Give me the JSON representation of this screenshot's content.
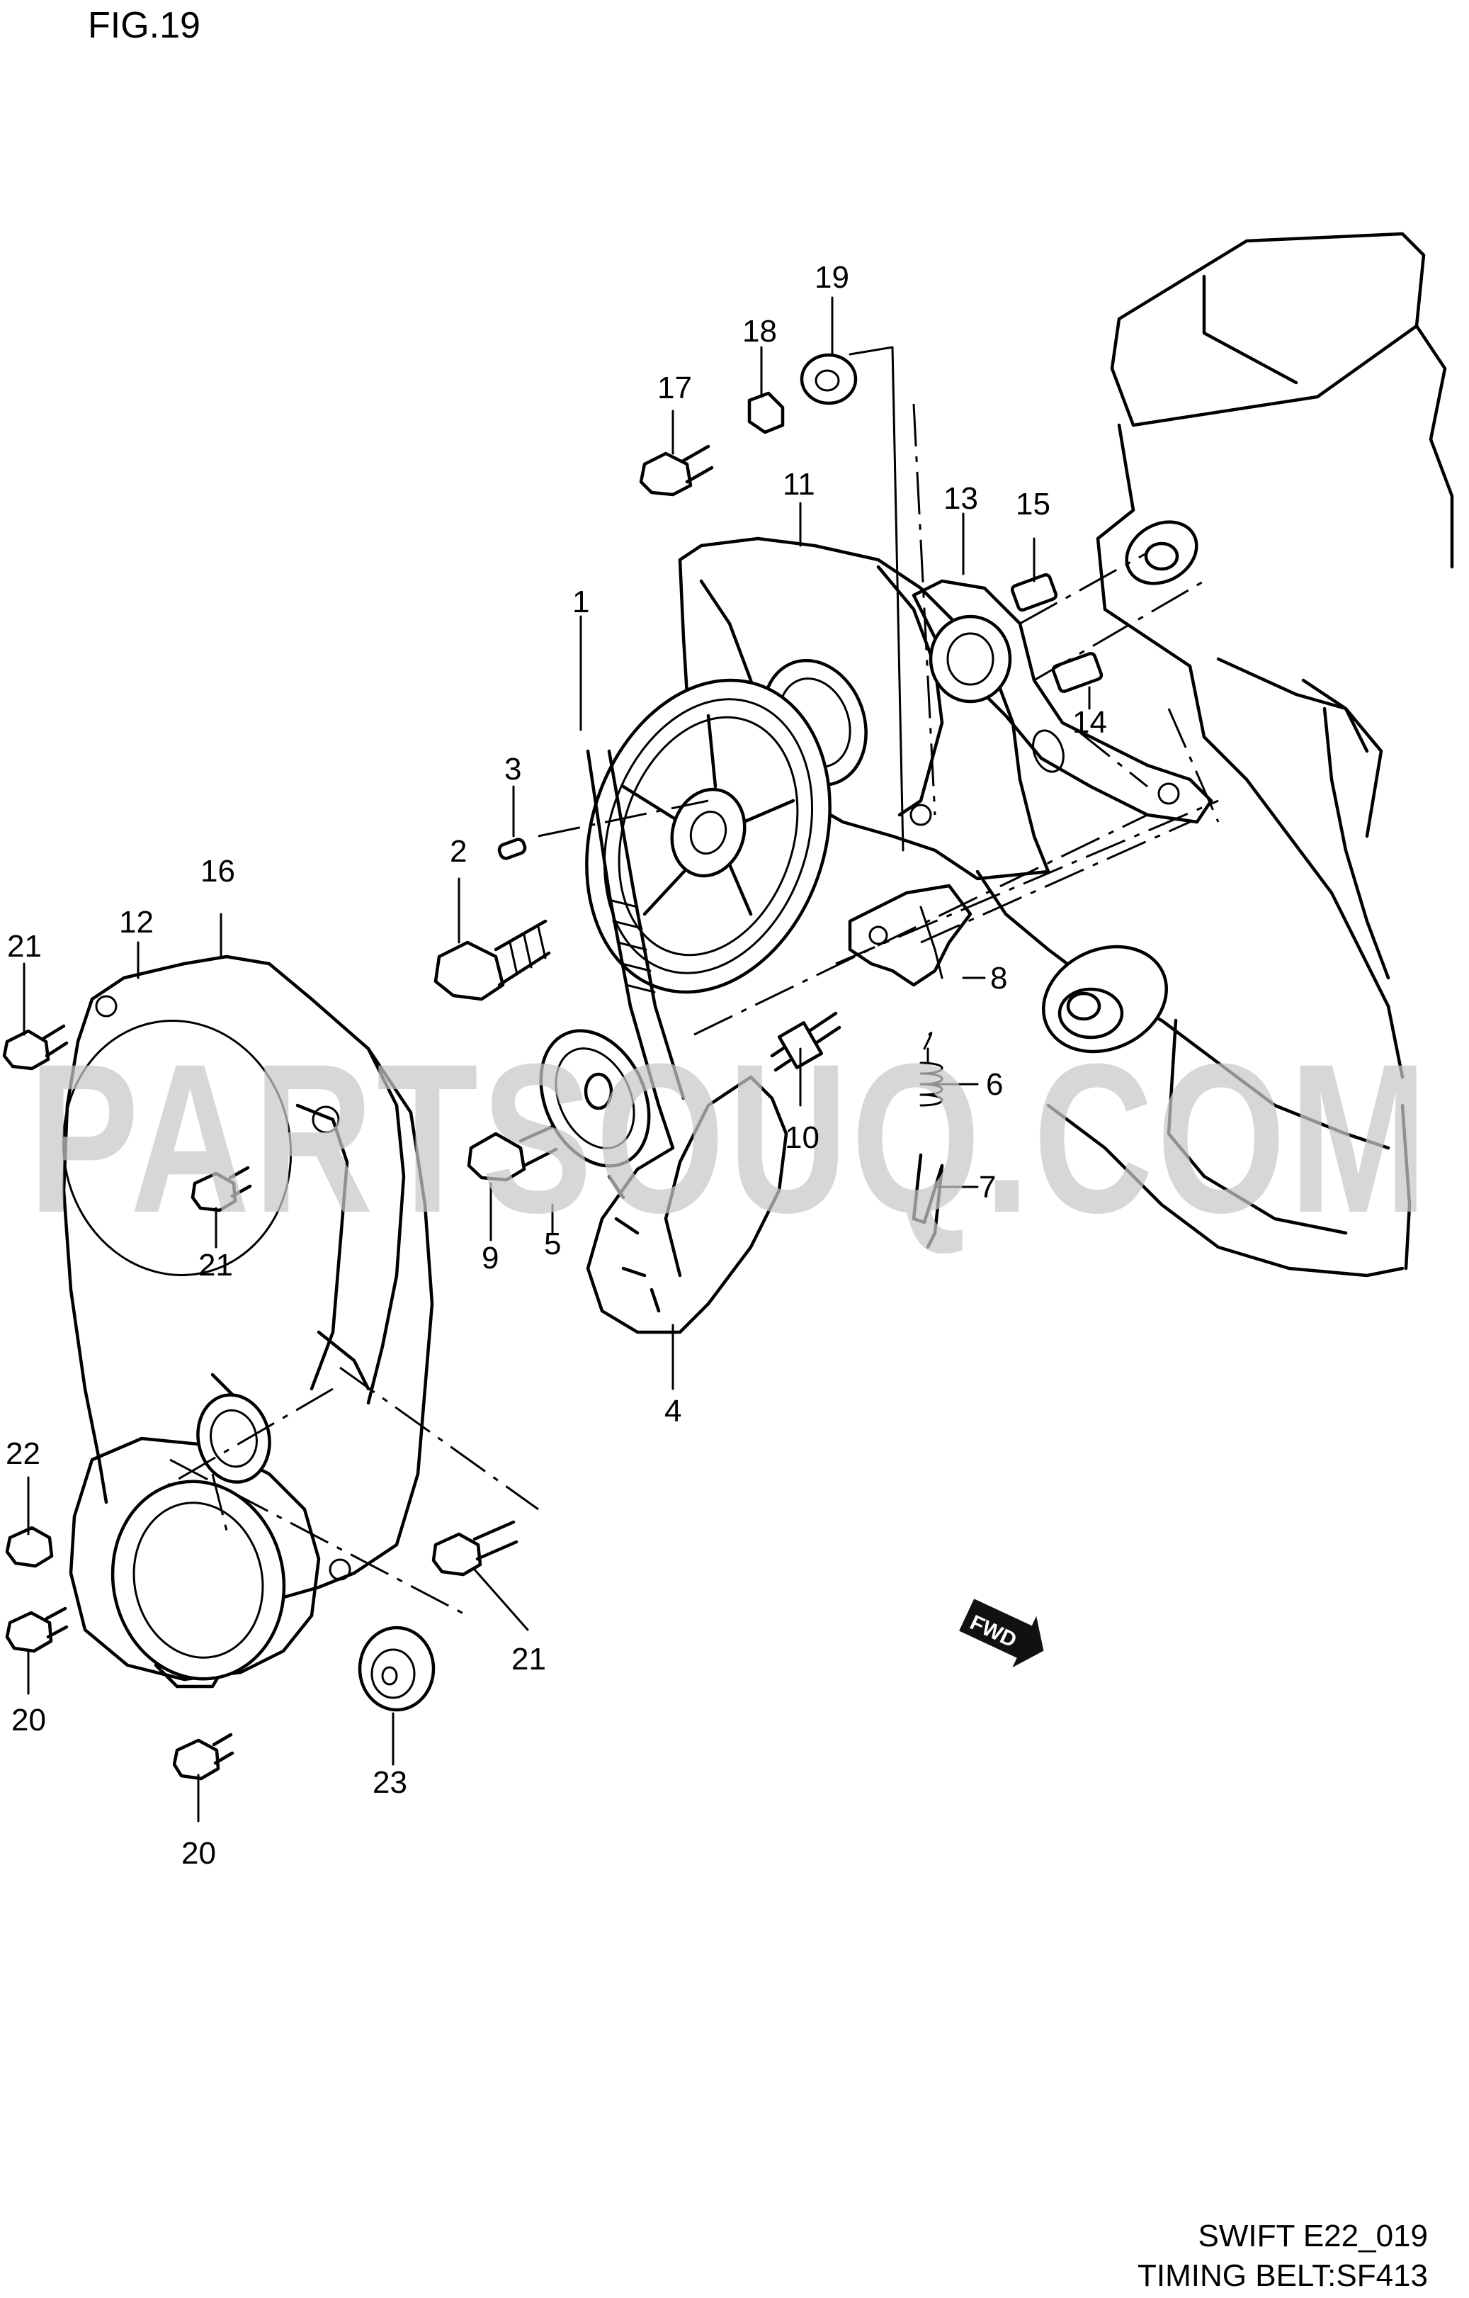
{
  "figure_label": "FIG.19",
  "footer": {
    "model_code": "SWIFT E22_019",
    "caption": "TIMING BELT:SF413"
  },
  "watermark": "PARTSOUQ.COM",
  "fwd_label": "FWD",
  "callouts": {
    "c1": "1",
    "c2": "2",
    "c3": "3",
    "c4": "4",
    "c5": "5",
    "c6": "6",
    "c7": "7",
    "c8": "8",
    "c9": "9",
    "c10": "10",
    "c11": "11",
    "c12": "12",
    "c13": "13",
    "c14": "14",
    "c15": "15",
    "c16": "16",
    "c17": "17",
    "c18": "18",
    "c19": "19",
    "c20a": "20",
    "c20b": "20",
    "c21a": "21",
    "c21b": "21",
    "c21c": "21",
    "c22": "22",
    "c23": "23"
  }
}
